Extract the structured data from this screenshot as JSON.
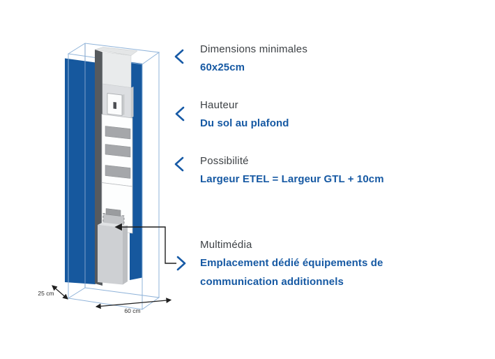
{
  "colors": {
    "accent_blue": "#1659a3",
    "panel_blue": "#16589e",
    "wireframe_blue": "#8fb3d9",
    "label_gray": "#3d4145",
    "line_black": "#1f1f1f"
  },
  "diagram": {
    "description": "3D schematic of an ETEL technical housing volume (wireframe box) containing a blue GTL back panel and an electrical cabinet with breaker, module rows and multimedia equipment box",
    "depth_label": "25 cm",
    "width_label": "60 cm"
  },
  "annotations": [
    {
      "label": "Dimensions minimales",
      "value": "60x25cm",
      "pointer_icon": "chevron-left"
    },
    {
      "label": "Hauteur",
      "value": "Du sol au plafond",
      "pointer_icon": "chevron-left"
    },
    {
      "label": "Possibilité",
      "value": "Largeur ETEL = Largeur GTL + 10cm",
      "pointer_icon": "chevron-left"
    },
    {
      "label": "Multimédia",
      "value": "Emplacement dédié équipements de communication additionnels",
      "pointer_icon": "arrow-right"
    }
  ]
}
